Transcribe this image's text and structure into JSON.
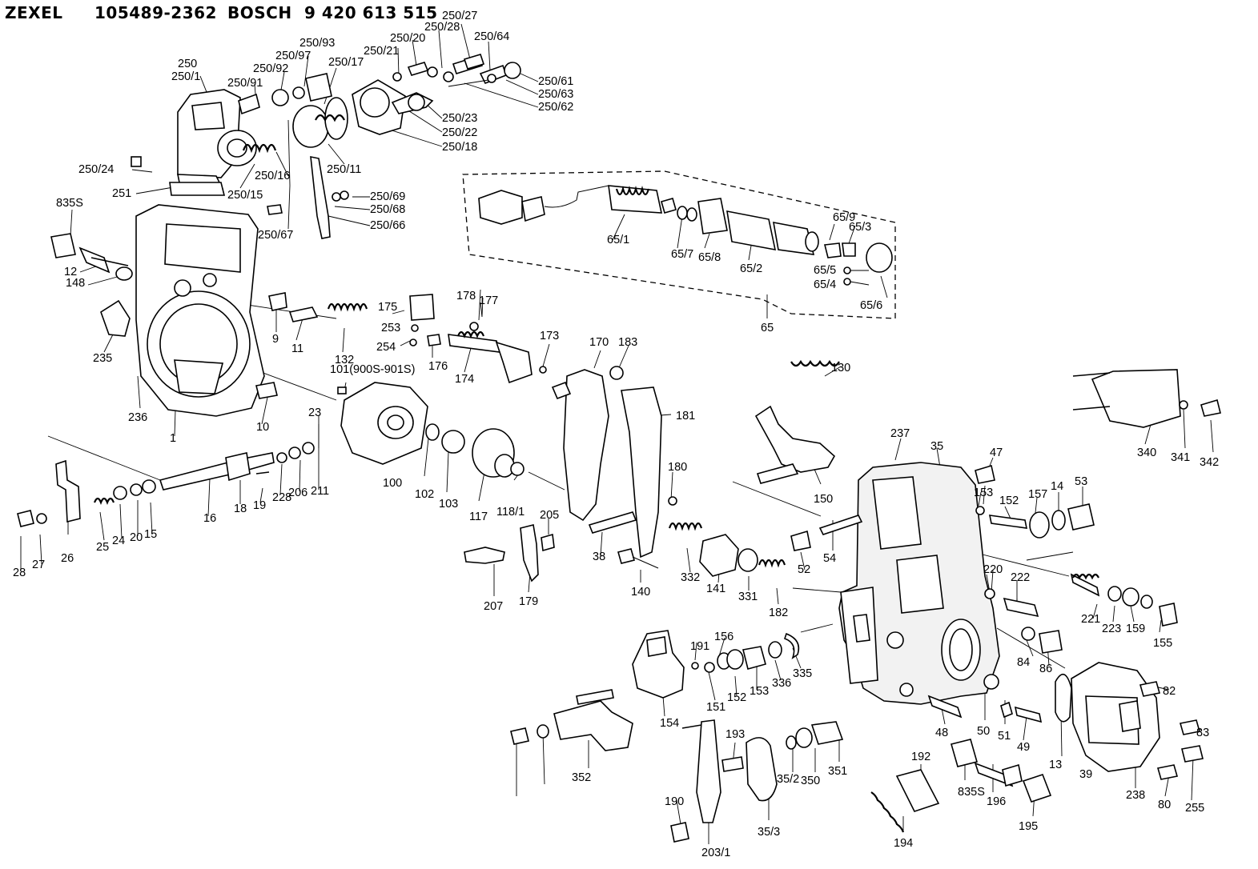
{
  "header": {
    "brand1": "ZEXEL",
    "part1": "105489-2362",
    "brand2": "BOSCH",
    "part2": "9 420 613 515"
  },
  "callouts": [
    "250/27",
    "250/28",
    "250/64",
    "250/20",
    "250/93",
    "250/21",
    "250/97",
    "250/17",
    "250",
    "250/1",
    "250/92",
    "250/91",
    "250/61",
    "250/63",
    "250/62",
    "250/23",
    "250/22",
    "250/18",
    "250/11",
    "250/24",
    "250/16",
    "250/15",
    "251",
    "250/69",
    "250/68",
    "250/66",
    "250/67",
    "835S",
    "12",
    "148",
    "235",
    "236",
    "1",
    "9",
    "11",
    "132",
    "175",
    "178",
    "177",
    "253",
    "254",
    "176",
    "174",
    "173",
    "170",
    "183",
    "10",
    "101(900S-901S)",
    "23",
    "65/1",
    "65/7",
    "65/8",
    "65/2",
    "65/9",
    "65/3",
    "65/5",
    "65/4",
    "65/6",
    "65",
    "130",
    "181",
    "100",
    "102",
    "103",
    "117",
    "118/1",
    "180",
    "150",
    "237",
    "35",
    "47",
    "340",
    "341",
    "342",
    "26",
    "27",
    "28",
    "25",
    "24",
    "20",
    "15",
    "16",
    "18",
    "19",
    "228",
    "206",
    "211",
    "205",
    "207",
    "179",
    "38",
    "140",
    "332",
    "141",
    "331",
    "182",
    "54",
    "52",
    "153",
    "152",
    "157",
    "14",
    "53",
    "220",
    "222",
    "221",
    "223",
    "159",
    "155",
    "191",
    "156",
    "154",
    "151",
    "152",
    "153",
    "336",
    "335",
    "84",
    "86",
    "82",
    "83",
    "255",
    "80",
    "238",
    "39",
    "13",
    "50",
    "51",
    "49",
    "48",
    "835S",
    "196",
    "195",
    "192",
    "194",
    "193",
    "190",
    "203/1",
    "35/3",
    "35/2",
    "350",
    "351",
    "352"
  ]
}
